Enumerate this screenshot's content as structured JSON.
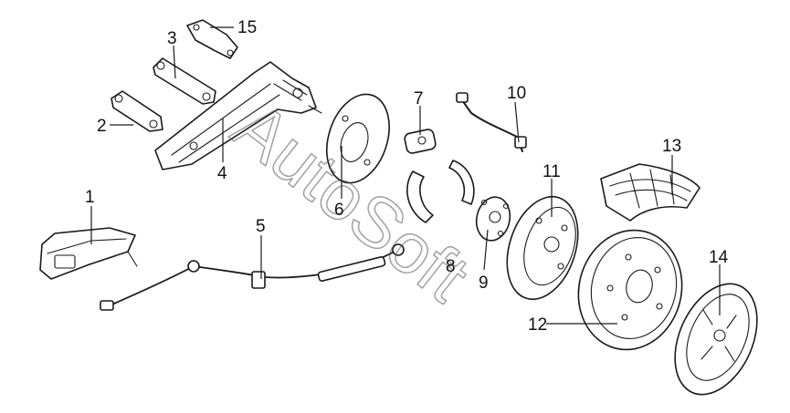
{
  "watermark": "AutoSoft",
  "callouts": {
    "c1": "1",
    "c2": "2",
    "c3": "3",
    "c4": "4",
    "c5": "5",
    "c6": "6",
    "c7": "7",
    "c8": "8",
    "c9": "9",
    "c10": "10",
    "c11": "11",
    "c12": "12",
    "c13": "13",
    "c14": "14",
    "c15": "15"
  }
}
